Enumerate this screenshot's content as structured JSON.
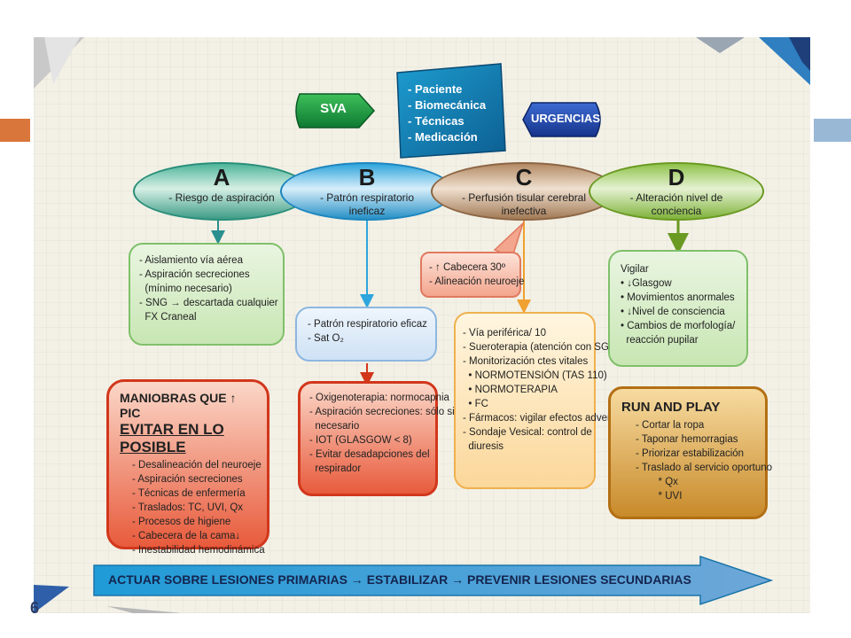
{
  "header": {
    "sva_label": "SVA",
    "urgencias_label": "URGENCIAS",
    "center_items": [
      "- Paciente",
      "- Biomecánica",
      "- Técnicas",
      "- Medicación"
    ]
  },
  "ellipses": {
    "a": {
      "letter": "A",
      "text": "- Riesgo de aspiración"
    },
    "b": {
      "letter": "B",
      "text": "- Patrón respiratorio ineficaz"
    },
    "c": {
      "letter": "C",
      "text": "- Perfusión tisular cerebral inefectiva"
    },
    "d": {
      "letter": "D",
      "text": "- Alteración nivel de conciencia"
    }
  },
  "boxes": {
    "a_green": [
      "- Aislamiento vía aérea",
      "- Aspiración secreciones",
      "  (mínimo necesario)",
      "- SNG → descartada cualquier",
      "  FX Craneal"
    ],
    "b_blue": [
      "- Patrón respiratorio eficaz",
      "- Sat O₂"
    ],
    "b_red": [
      "- Oxigenoterapia: normocapnia",
      "- Aspiración secreciones: sólo si",
      "  necesario",
      "- IOT (GLASGOW < 8)",
      "- Evitar desadapciones del",
      "  respirador"
    ],
    "c_pink": [
      "- ↑ Cabecera 30º",
      "- Alineación neuroeje"
    ],
    "c_orange": [
      "- Vía periférica/ 10",
      "- Sueroterapia (atención con SG)",
      "- Monitorización ctes vitales",
      "  • NORMOTENSIÓN (TAS 110)",
      "  • NORMOTERAPIA",
      "  • FC",
      "- Fármacos: vigilar efectos adversos",
      "- Sondaje Vesical: control de",
      "  diuresis"
    ],
    "d_green": [
      "Vigilar",
      "• ↓Glasgow",
      "• Movimientos anormales",
      "• ↓Nivel de consciencia",
      "• Cambios de morfología/",
      "  reacción pupilar"
    ]
  },
  "maniobras": {
    "title1": "MANIOBRAS QUE ↑ PIC",
    "title2": "EVITAR EN LO POSIBLE",
    "items": [
      "- Desalineación del neuroeje",
      "- Aspiración secreciones",
      "- Técnicas de enfermería",
      "- Traslados: TC, UVI, Qx",
      "- Procesos de higiene",
      "- Cabecera de la cama↓",
      "- Inestabilidad hemodinámica"
    ]
  },
  "run_play": {
    "title": "RUN AND PLAY",
    "items": [
      "- Cortar la ropa",
      "- Taponar hemorragias",
      "- Priorizar estabilización",
      "- Traslado al servicio oportuno",
      "        * Qx",
      "        * UVI"
    ]
  },
  "footer_arrow": "ACTUAR SOBRE LESIONES PRIMARIAS → ESTABILIZAR → PREVENIR LESIONES SECUNDARIAS",
  "page_number": "6",
  "colors": {
    "green": "#7fc06a",
    "blue": "#8db7e0",
    "red": "#d2371c",
    "orange": "#f0b04f",
    "brown": "#b36f14",
    "arrow": "#1f9bd7"
  }
}
